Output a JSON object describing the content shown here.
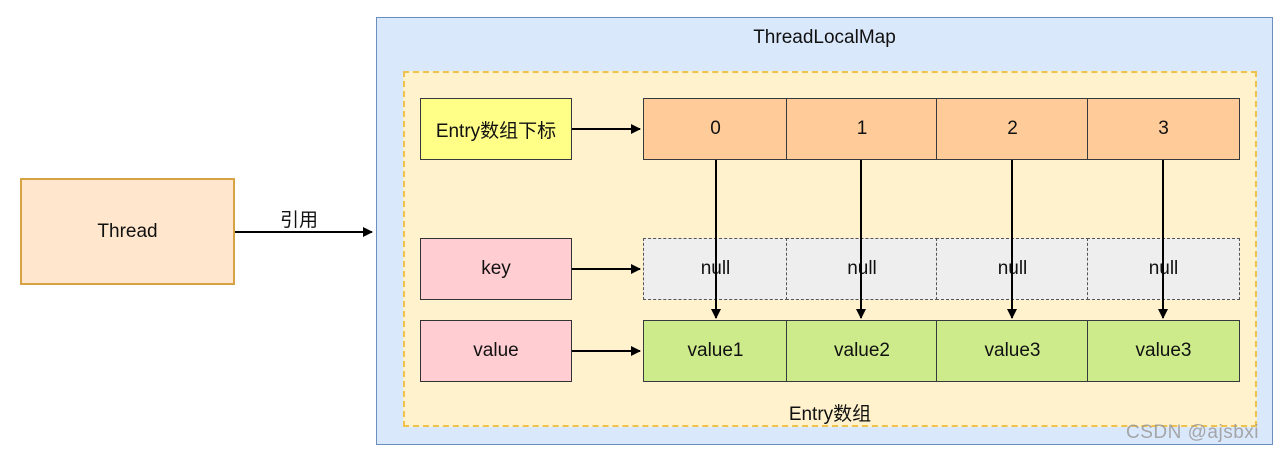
{
  "diagram": {
    "outer_container": {
      "title": "ThreadLocalMap"
    },
    "entry_array": {
      "caption": "Entry数组"
    },
    "thread": {
      "label": "Thread"
    },
    "reference_edge": {
      "label": "引用"
    },
    "row_labels": {
      "index": "Entry数组下标",
      "key": "key",
      "value": "value"
    },
    "indices": [
      "0",
      "1",
      "2",
      "3"
    ],
    "keys": [
      "null",
      "null",
      "null",
      "null"
    ],
    "values": [
      "value1",
      "value2",
      "value3",
      "value3"
    ]
  },
  "watermark": "CSDN @ajsbxi",
  "colors": {
    "outer_fill": "#dae8fc",
    "outer_border": "#6c8ebf",
    "inner_fill": "#fff2cc",
    "inner_border": "#f0c24b",
    "thread_fill": "#ffe6cc",
    "label_yellow": "#ffff88",
    "label_pink": "#ffcdd2",
    "index_orange": "#ffcc99",
    "key_grey": "#eeeeee",
    "value_green": "#cdeb8b"
  }
}
